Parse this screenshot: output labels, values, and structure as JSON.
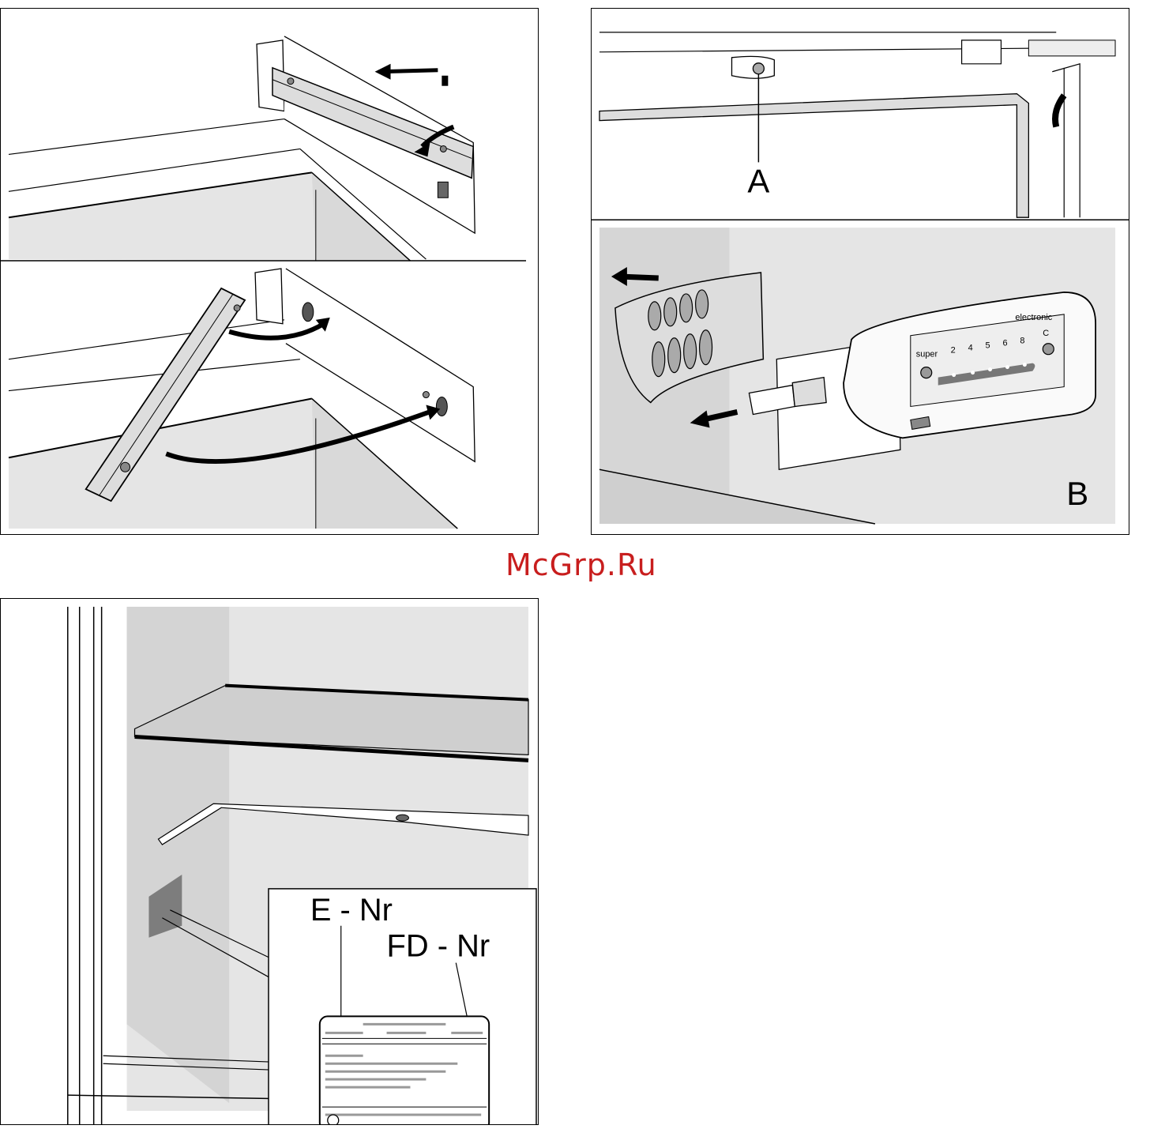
{
  "watermark": "McGrp.Ru",
  "panels": {
    "top_left": {
      "illustrations": [
        "rail-removal",
        "rail-reinsertion"
      ]
    },
    "top_right": {
      "label_a": "A",
      "label_b": "B",
      "control": {
        "brand": "electronic",
        "super": "super",
        "c": "C",
        "levels": [
          "2",
          "4",
          "5",
          "6",
          "8"
        ]
      }
    },
    "bottom_left": {
      "label_e": "E - Nr",
      "label_fd": "FD - Nr"
    }
  },
  "colors": {
    "watermark": "#c81e1e",
    "shade": "#e5e5e5",
    "dark_shade": "#d2d2d2",
    "label_plate": "#7d7d7d"
  }
}
